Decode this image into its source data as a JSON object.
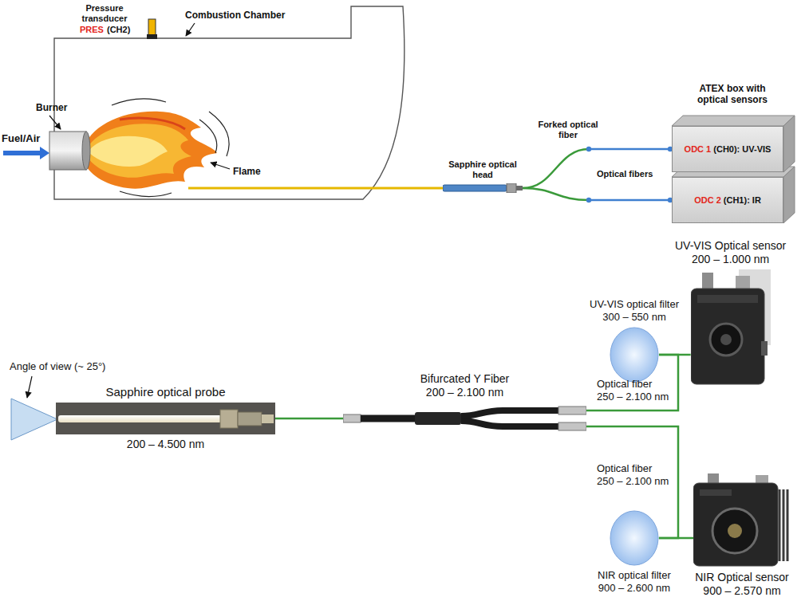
{
  "diagram": {
    "nodes": [
      {
        "text": [
          "Sapphire optical head"
        ]
      },
      {
        "text": [
          "ODC 1",
          "(CH0): UV-VIS"
        ]
      },
      {
        "text": [
          "ODC 2",
          "(CH1): IR"
        ]
      },
      {
        "text": [
          "Sapphire optical probe",
          "200 – 4.500 nm"
        ]
      },
      {
        "text": [
          "Bifurcated Y Fiber",
          "200 – 2.100 nm"
        ]
      },
      {
        "text": [
          "UV-VIS optical filter",
          "300 – 550 nm"
        ]
      },
      {
        "text": [
          "UV-VIS Optical sensor",
          "200 – 1.000 nm"
        ]
      },
      {
        "text": [
          "NIR optical filter",
          "900 – 2.600 nm"
        ]
      },
      {
        "text": [
          "NIR Optical sensor",
          "900 – 2.570 nm"
        ]
      }
    ],
    "edges": [
      {
        "from": 0,
        "to": 1,
        "arrow": "none"
      },
      {
        "from": 0,
        "to": 2,
        "arrow": "none"
      },
      {
        "from": 3,
        "to": 4,
        "arrow": "none"
      },
      {
        "from": 4,
        "to": 5,
        "arrow": "none"
      },
      {
        "from": 5,
        "to": 6,
        "arrow": "none"
      },
      {
        "from": 4,
        "to": 7,
        "arrow": "none"
      },
      {
        "from": 7,
        "to": 8,
        "arrow": "none"
      }
    ],
    "labels": [
      "Fuel/Air",
      "Pressure transducer",
      "PRES",
      "(CH2)",
      "Combustion Chamber",
      "Burner",
      "Flame",
      "Forked optical fiber",
      "Optical fibers",
      "ATEX box with optical sensors",
      "Angle of view (~ 25°)",
      "Optical fiber",
      "250 – 2.100 nm",
      "Optical fiber",
      "250 – 2.100 nm"
    ]
  }
}
